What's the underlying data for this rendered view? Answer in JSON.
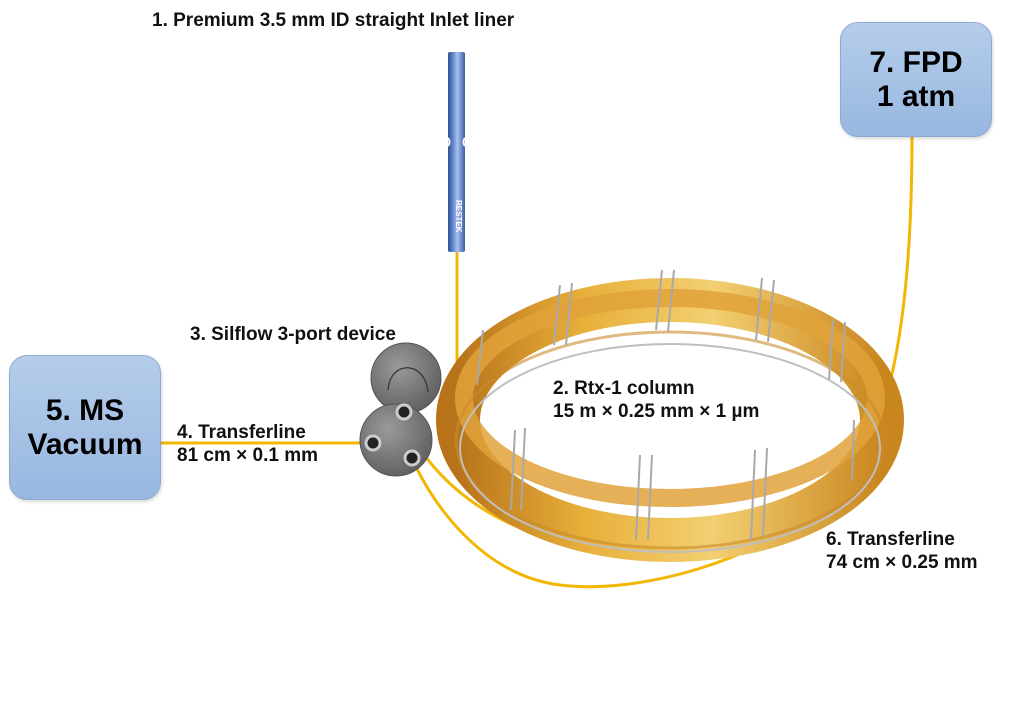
{
  "diagram": {
    "components": [
      {
        "id": 1,
        "label": "1. Premium 3.5 mm ID straight Inlet liner"
      },
      {
        "id": 2,
        "title": "2. Rtx-1 column",
        "spec": "15 m × 0.25 mm × 1 µm"
      },
      {
        "id": 3,
        "label": "3. Silflow 3-port device"
      },
      {
        "id": 4,
        "title": "4. Transferline",
        "spec": "81 cm × 0.1 mm"
      },
      {
        "id": 5,
        "line1": "5. MS",
        "line2": "Vacuum"
      },
      {
        "id": 6,
        "title": "6. Transferline",
        "spec": "74 cm × 0.25 mm"
      },
      {
        "id": 7,
        "line1": "7. FPD",
        "line2": "1 atm"
      }
    ],
    "liner_brand": "RESTEK",
    "colors": {
      "line": "#f2b705",
      "box_fill": "#a7c2e6",
      "liner": "#4a6fb5",
      "column": "#d99a1e",
      "device": "#7a7a7a"
    }
  }
}
